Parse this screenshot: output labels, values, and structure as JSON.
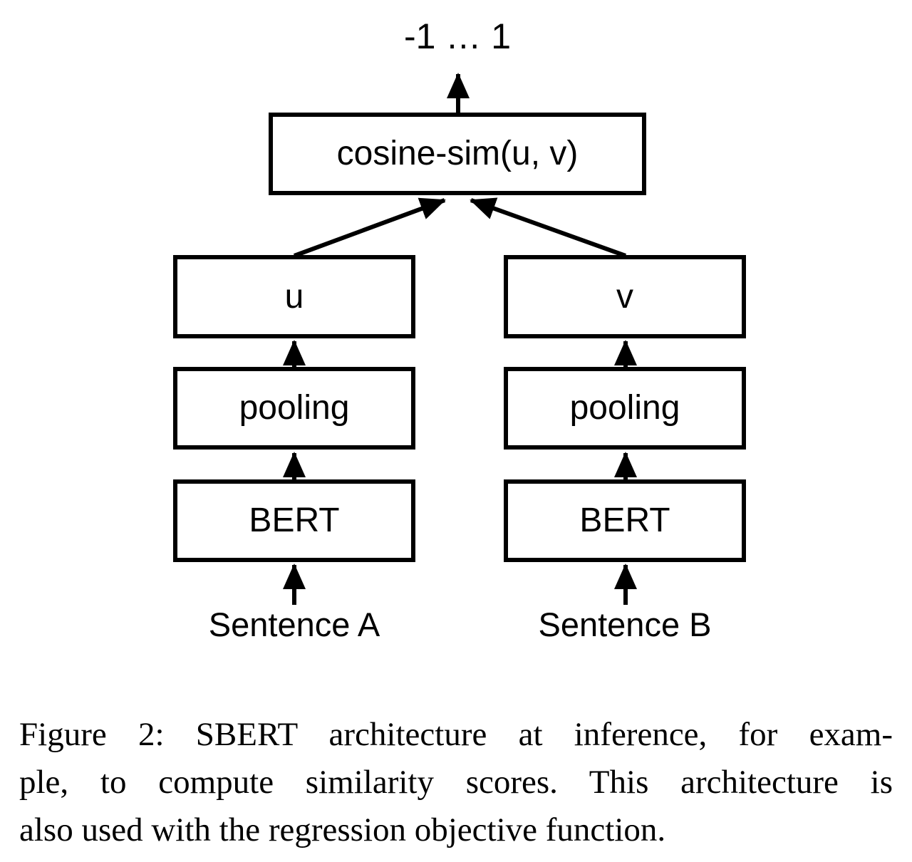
{
  "figure": {
    "output_label": "-1 … 1",
    "nodes": {
      "cosine_sim": "cosine-sim(u, v)",
      "u": "u",
      "v": "v",
      "pooling_left": "pooling",
      "pooling_right": "pooling",
      "bert_left": "BERT",
      "bert_right": "BERT"
    },
    "inputs": {
      "sentence_a": "Sentence A",
      "sentence_b": "Sentence B"
    }
  },
  "caption": {
    "lines": [
      "Figure 2: SBERT architecture at inference, for exam-",
      "ple, to compute similarity scores. This architecture is",
      "also used with the regression objective function."
    ]
  },
  "colors": {
    "ink": "#000000",
    "background": "#ffffff"
  }
}
